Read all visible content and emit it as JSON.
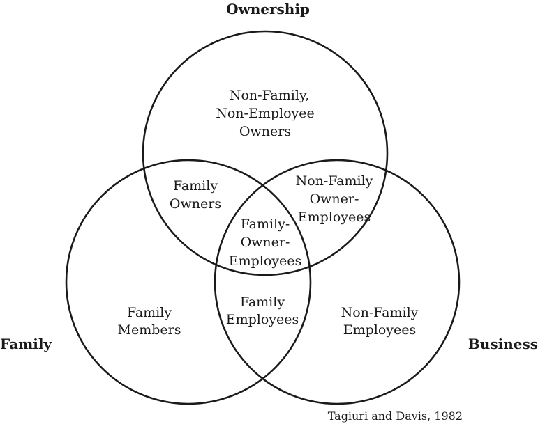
{
  "circles": {
    "ownership": "Ownership",
    "family": "Family",
    "business": "Business"
  },
  "regions": {
    "non_family_non_employee_owners": [
      "Non-Family,",
      "Non-Employee",
      "Owners"
    ],
    "family_owners": [
      "Family",
      "Owners"
    ],
    "non_family_owner_employees": [
      "Non-Family",
      "Owner-",
      "Employees"
    ],
    "family_owner_employees": [
      "Family-",
      "Owner-",
      "Employees"
    ],
    "family_members": [
      "Family",
      "Members"
    ],
    "family_employees": [
      "Family",
      "Employees"
    ],
    "non_family_employees": [
      "Non-Family",
      "Employees"
    ]
  },
  "citation": "Tagiuri and Davis, 1982",
  "colors": {
    "stroke": "#1a1a1a",
    "background": "#ffffff"
  }
}
